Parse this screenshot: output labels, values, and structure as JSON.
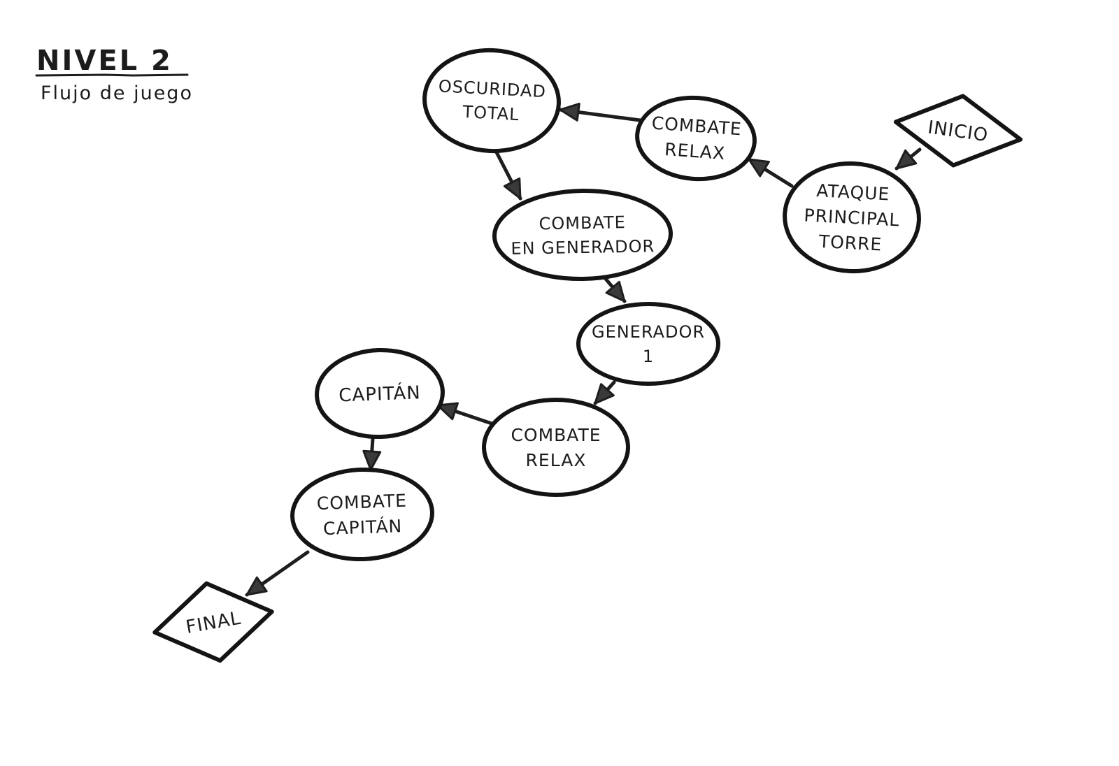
{
  "header": {
    "title": "NIVEL 2",
    "subtitle": "Flujo de juego"
  },
  "nodes": [
    {
      "id": "inicio",
      "shape": "diamond",
      "lines": [
        "INICIO"
      ]
    },
    {
      "id": "ataque",
      "shape": "ellipse",
      "lines": [
        "ATAQUE",
        "PRINCIPAL",
        "TORRE"
      ]
    },
    {
      "id": "relax1",
      "shape": "ellipse",
      "lines": [
        "COMBATE",
        "RELAX"
      ]
    },
    {
      "id": "oscuridad",
      "shape": "ellipse",
      "lines": [
        "OSCURIDAD",
        "TOTAL"
      ]
    },
    {
      "id": "generador-combate",
      "shape": "ellipse",
      "lines": [
        "COMBATE",
        "EN GENERADOR"
      ]
    },
    {
      "id": "generador1",
      "shape": "ellipse",
      "lines": [
        "GENERADOR",
        "1"
      ]
    },
    {
      "id": "relax2",
      "shape": "ellipse",
      "lines": [
        "COMBATE",
        "RELAX"
      ]
    },
    {
      "id": "capitan",
      "shape": "ellipse",
      "lines": [
        "CAPITÁN"
      ]
    },
    {
      "id": "capitan-combate",
      "shape": "ellipse",
      "lines": [
        "COMBATE",
        "CAPITÁN"
      ]
    },
    {
      "id": "final",
      "shape": "diamond",
      "lines": [
        "FINAL"
      ]
    }
  ],
  "edges": [
    {
      "from": "inicio",
      "to": "ataque"
    },
    {
      "from": "ataque",
      "to": "relax1"
    },
    {
      "from": "relax1",
      "to": "oscuridad"
    },
    {
      "from": "oscuridad",
      "to": "generador-combate"
    },
    {
      "from": "generador-combate",
      "to": "generador1"
    },
    {
      "from": "generador1",
      "to": "relax2"
    },
    {
      "from": "relax2",
      "to": "capitan"
    },
    {
      "from": "capitan",
      "to": "capitan-combate"
    },
    {
      "from": "capitan-combate",
      "to": "final"
    }
  ]
}
